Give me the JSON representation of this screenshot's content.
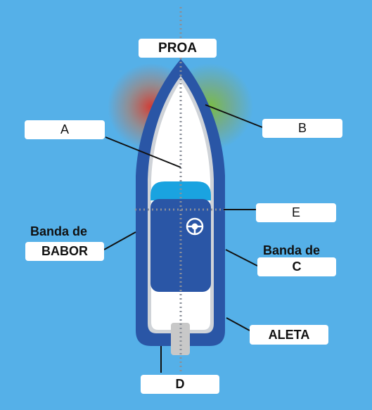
{
  "labels": {
    "proa": "PROA",
    "a": "A",
    "b": "B",
    "e": "E",
    "c": "C",
    "banda_de_right": "Banda de",
    "banda_de_left": "Banda de",
    "babor": "BABOR",
    "aleta": "ALETA",
    "d": "D"
  },
  "colors": {
    "background": "#55b0e8",
    "hull": "#2a56a6",
    "deck": "#ffffff",
    "cabin": "#2a56a6",
    "windshield": "#1aa3e0",
    "port_light": "#d9342b",
    "starboard_light": "#7bbf3a",
    "centerline": "#8a8f99",
    "motor": "#c8c8c8"
  },
  "icons": {
    "steering": "steering-wheel-icon"
  }
}
